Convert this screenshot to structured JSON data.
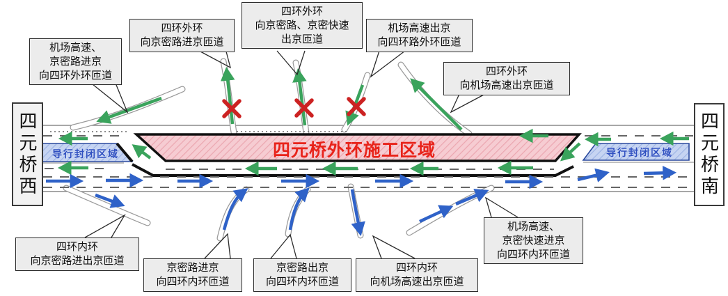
{
  "diagram": {
    "construction_zone_label": "四元桥外环施工区域",
    "closed_zone_left_label": "导行封闭区域",
    "closed_zone_right_label": "导行封闭区域",
    "side_left_label": "四元桥西",
    "side_right_label": "四元桥南",
    "callouts": {
      "c1": "机场高速、\n京密路进京\n向四环外环匝道",
      "c2": "四环外环\n向京密路进京匝道",
      "c3": "四环外环\n向京密路、京密快速\n出京匝道",
      "c4": "机场高速出京\n向四环路外环匝道",
      "c5": "四环外环\n向机场高速出京匝道",
      "c6": "四环内环\n向京密路进出京匝道",
      "c7": "京密路进京\n向四环内环匝道",
      "c8": "京密路出京\n向四环内环匝道",
      "c9": "四环内环\n向机场高速出京匝道",
      "c10": "机场高速、\n京密快速进京\n向四环内环匝道"
    },
    "colors": {
      "green_arrow": "#3aa35c",
      "blue_arrow": "#2f62c8",
      "red_x": "#cc2222",
      "construction_text": "#e8231a",
      "construction_fill": "#f6ccd2",
      "construction_hatch": "#eba6b0",
      "closed_zone_fill": "#c6d4f2",
      "closed_zone_hatch": "#8fa8e0",
      "closed_zone_text": "#3050c0",
      "label_box_fill": "#ececec",
      "road_edge": "#8a8a8a"
    }
  }
}
